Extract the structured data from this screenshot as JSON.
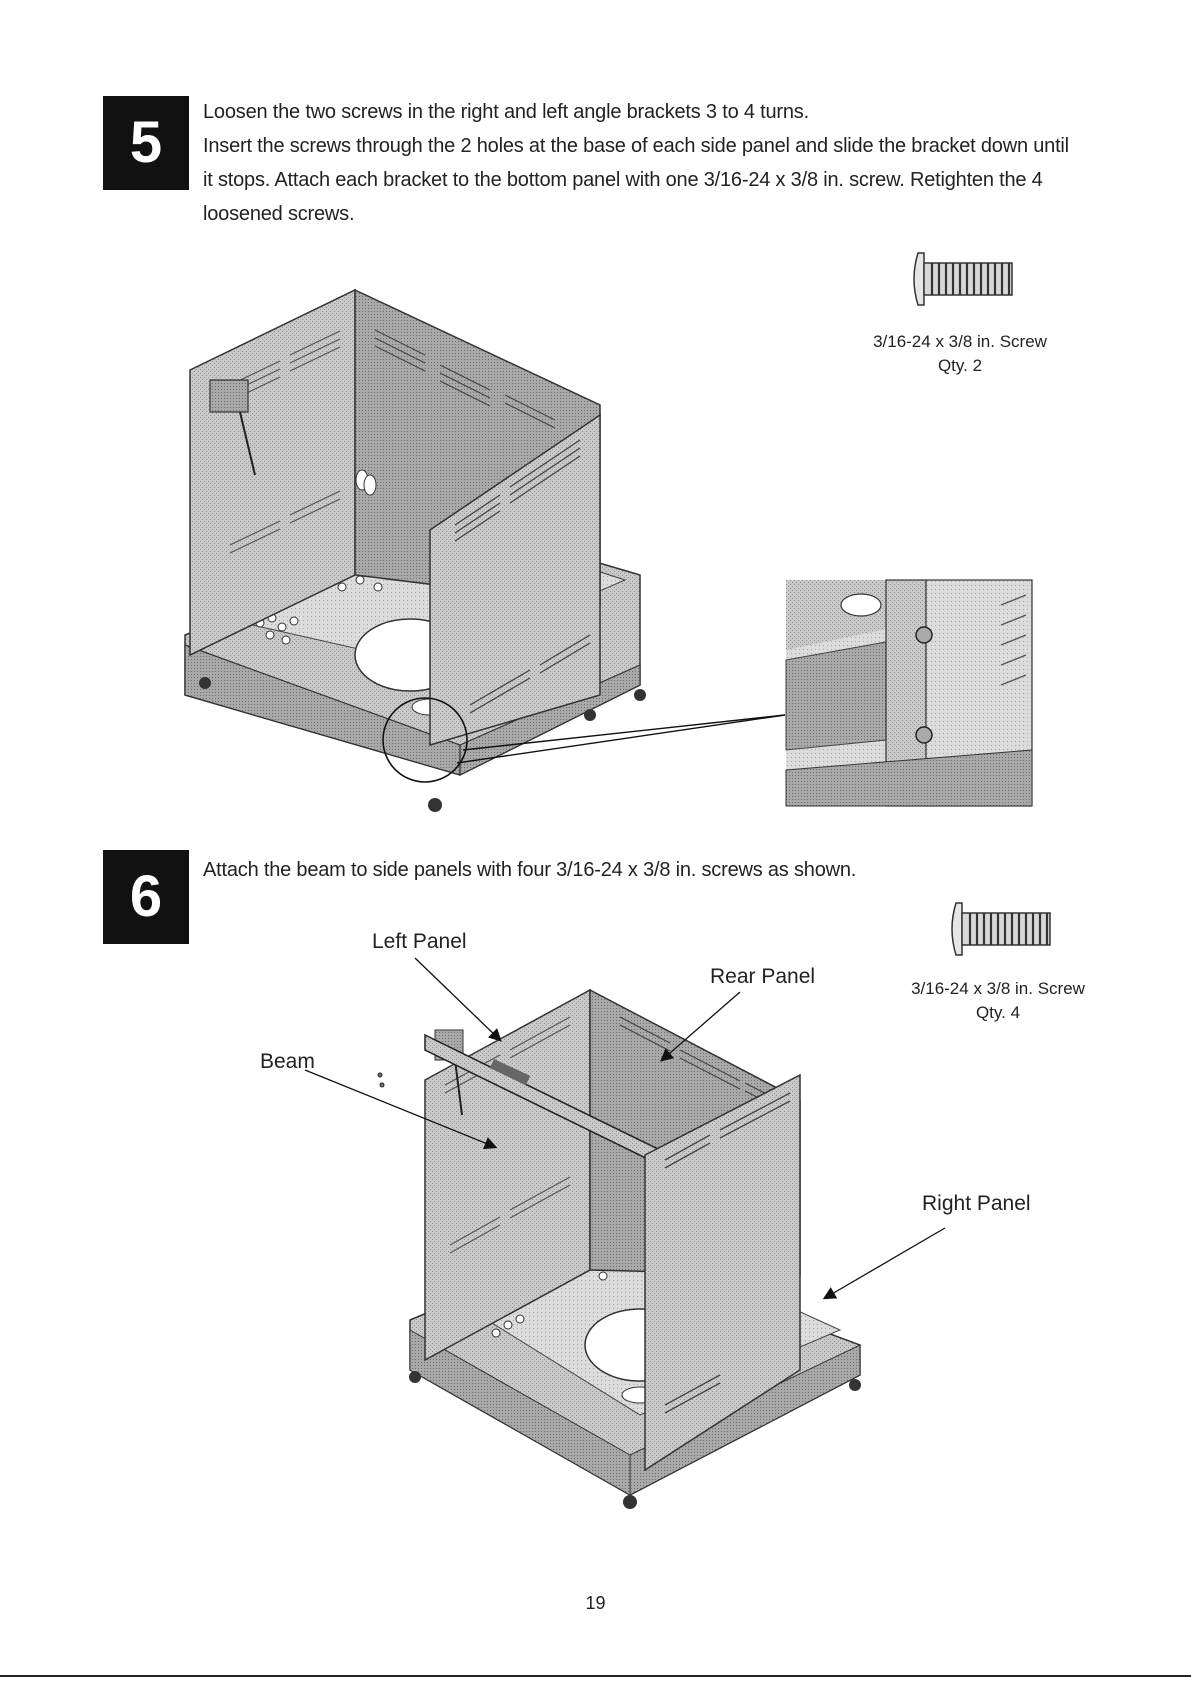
{
  "steps": [
    {
      "number": "5",
      "lines": [
        "Loosen the two screws in the right and left angle brackets 3 to 4 turns.",
        "Insert the screws through the 2 holes at the base of each side panel and slide the bracket down until",
        "it stops. Attach each bracket to the bottom panel with one 3/16-24 x 3/8 in. screw. Retighten the 4",
        "loosened screws."
      ],
      "hardware": {
        "name": "3/16-24 x 3/8 in. Screw",
        "qty": "Qty. 2"
      }
    },
    {
      "number": "6",
      "lines": [
        "Attach the beam to side panels with four 3/16-24 x 3/8 in. screws as shown."
      ],
      "hardware": {
        "name": "3/16-24 x 3/8 in. Screw",
        "qty": "Qty. 4"
      },
      "callouts": {
        "left_panel": "Left Panel",
        "rear_panel": "Rear Panel",
        "beam": "Beam",
        "right_panel": "Right Panel"
      }
    }
  ],
  "page_number": "19"
}
